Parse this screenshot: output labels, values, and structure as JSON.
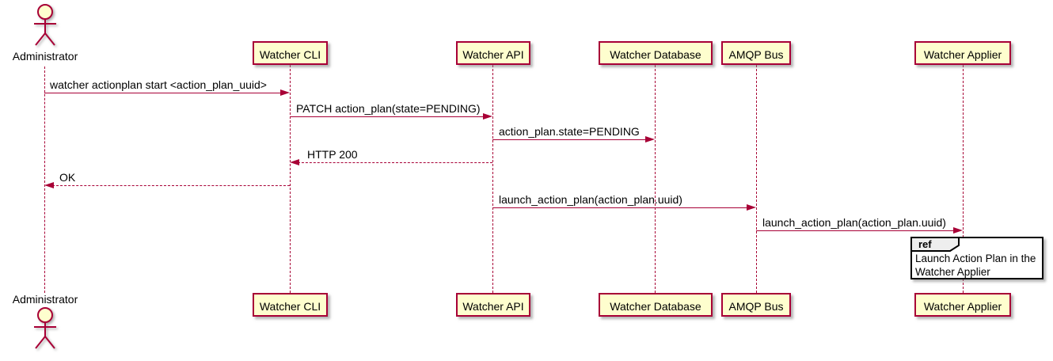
{
  "diagram": {
    "type": "uml-sequence",
    "colors": {
      "participant_fill": "#FEFECE",
      "participant_border": "#A80036",
      "line": "#A80036",
      "text": "#000000",
      "ref_header_fill": "#EEEEEE",
      "ref_border": "#000000"
    },
    "actor": {
      "name": "Administrator"
    },
    "participants": [
      "Watcher CLI",
      "Watcher API",
      "Watcher Database",
      "AMQP Bus",
      "Watcher Applier"
    ],
    "messages": [
      {
        "from": "Administrator",
        "to": "Watcher CLI",
        "label": "watcher actionplan start <action_plan_uuid>",
        "style": "solid"
      },
      {
        "from": "Watcher CLI",
        "to": "Watcher API",
        "label": "PATCH action_plan(state=PENDING)",
        "style": "solid"
      },
      {
        "from": "Watcher API",
        "to": "Watcher Database",
        "label": "action_plan.state=PENDING",
        "style": "solid"
      },
      {
        "from": "Watcher API",
        "to": "Watcher CLI",
        "label": "HTTP 200",
        "style": "dashed"
      },
      {
        "from": "Watcher CLI",
        "to": "Administrator",
        "label": "OK",
        "style": "dashed"
      },
      {
        "from": "Watcher API",
        "to": "AMQP Bus",
        "label": "launch_action_plan(action_plan.uuid)",
        "style": "solid"
      },
      {
        "from": "AMQP Bus",
        "to": "Watcher Applier",
        "label": "launch_action_plan(action_plan.uuid)",
        "style": "solid"
      }
    ],
    "ref": {
      "keyword": "ref",
      "lines": [
        "Launch Action Plan in the",
        "Watcher Applier"
      ]
    }
  }
}
